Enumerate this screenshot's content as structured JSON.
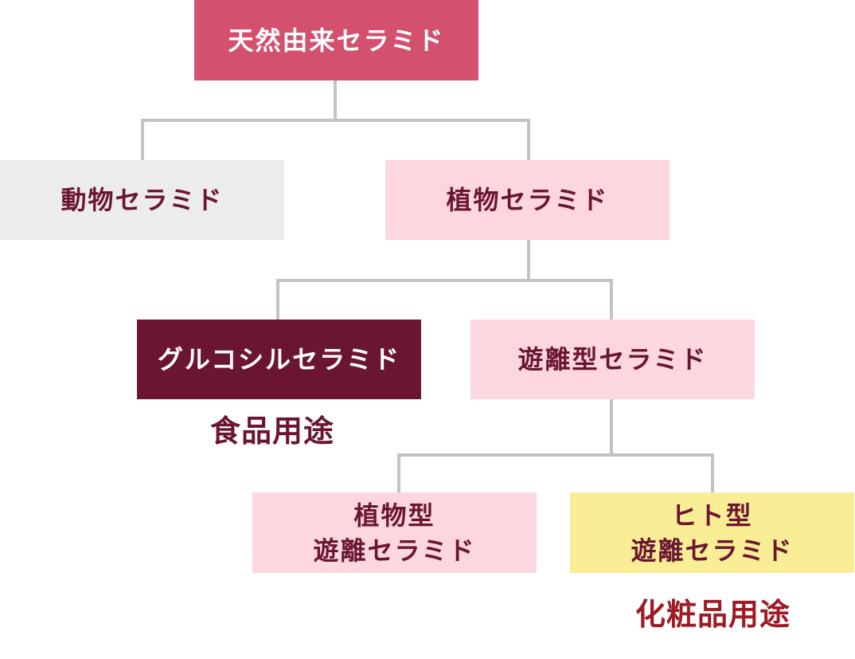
{
  "nodes": {
    "root": "天然由来セラミド",
    "animal": "動物セラミド",
    "plant": "植物セラミド",
    "glucosyl": "グルコシルセラミド",
    "free": "遊離型セラミド",
    "plant_free": {
      "line1": "植物型",
      "line2": "遊離セラミド"
    },
    "human_free": {
      "line1": "ヒト型",
      "line2": "遊離セラミド"
    }
  },
  "notes": {
    "food_use": "食品用途",
    "cosmetic_use": "化粧品用途"
  },
  "colors": {
    "root_fill": "#d4506f",
    "animal_fill": "#ececec",
    "light_pink_fill": "#fcd7df",
    "dark_fill": "#6b1631",
    "yellow_fill": "#f9ed96",
    "dark_text": "#6b1631",
    "white_text": "#ffffff",
    "note_food": "#6b1631",
    "note_cosmetic": "#9c1b25",
    "connector": "#c3c3c3"
  }
}
